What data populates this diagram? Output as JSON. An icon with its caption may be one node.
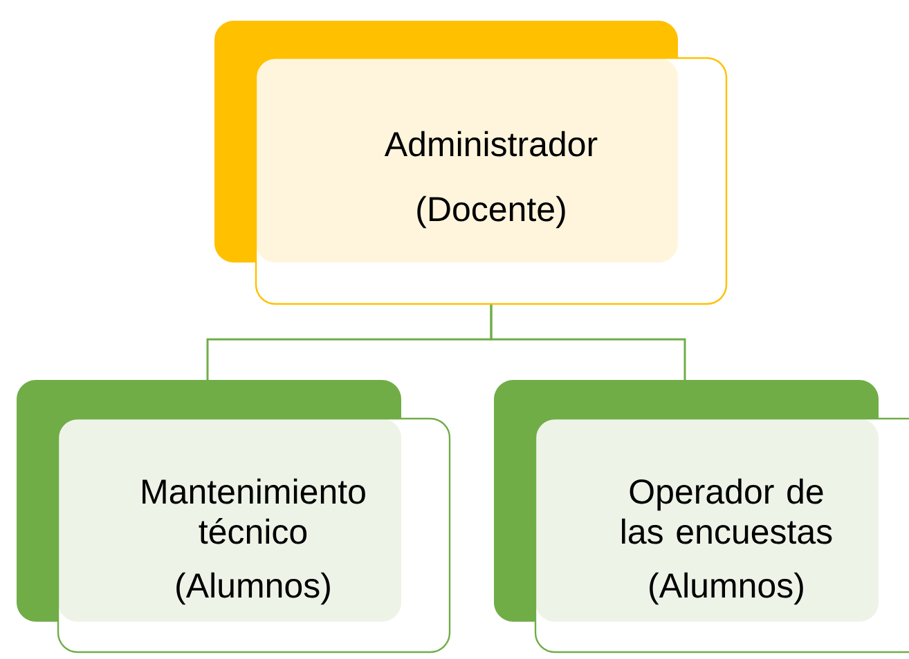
{
  "diagram": {
    "nodes": [
      {
        "text": [
          "Administrador",
          "(Docente)"
        ]
      },
      {
        "text": [
          "Mantenimiento técnico",
          "(Alumnos)"
        ]
      },
      {
        "text": [
          "Operador de las encuestas",
          "(Alumnos)"
        ]
      }
    ],
    "edges": [
      {
        "from": 0,
        "to": 1,
        "arrow": "none"
      },
      {
        "from": 0,
        "to": 2,
        "arrow": "none"
      }
    ]
  }
}
